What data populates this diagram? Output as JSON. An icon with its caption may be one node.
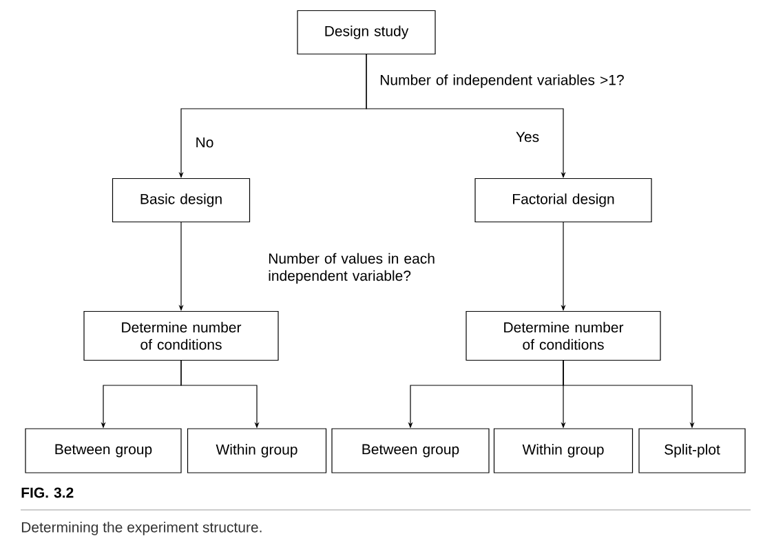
{
  "diagram": {
    "caption": "Determining the experiment structure.",
    "nodes": [
      {
        "text": [
          "Design study"
        ]
      },
      {
        "text": [
          "Basic design"
        ]
      },
      {
        "text": [
          "Factorial design"
        ]
      },
      {
        "text": [
          "Determine number of conditions"
        ]
      },
      {
        "text": [
          "Determine number of conditions"
        ]
      },
      {
        "text": [
          "Between group"
        ]
      },
      {
        "text": [
          "Within group"
        ]
      },
      {
        "text": [
          "Between group"
        ]
      },
      {
        "text": [
          "Within group"
        ]
      },
      {
        "text": [
          "Split-plot"
        ]
      }
    ],
    "edges": [
      {
        "from": 0,
        "to": 1,
        "arrow": "to",
        "label": "No"
      },
      {
        "from": 0,
        "to": 2,
        "arrow": "to",
        "label": "Yes"
      },
      {
        "from": 1,
        "to": 3,
        "arrow": "to"
      },
      {
        "from": 2,
        "to": 4,
        "arrow": "to"
      },
      {
        "from": 3,
        "to": 5,
        "arrow": "to"
      },
      {
        "from": 3,
        "to": 6,
        "arrow": "to"
      },
      {
        "from": 4,
        "to": 7,
        "arrow": "to"
      },
      {
        "from": 4,
        "to": 8,
        "arrow": "to"
      },
      {
        "from": 4,
        "to": 9,
        "arrow": "to"
      }
    ],
    "labels": [
      "Number of independent variables >1?",
      "Number of values in each independent variable?",
      "FIG. 3.2"
    ]
  }
}
